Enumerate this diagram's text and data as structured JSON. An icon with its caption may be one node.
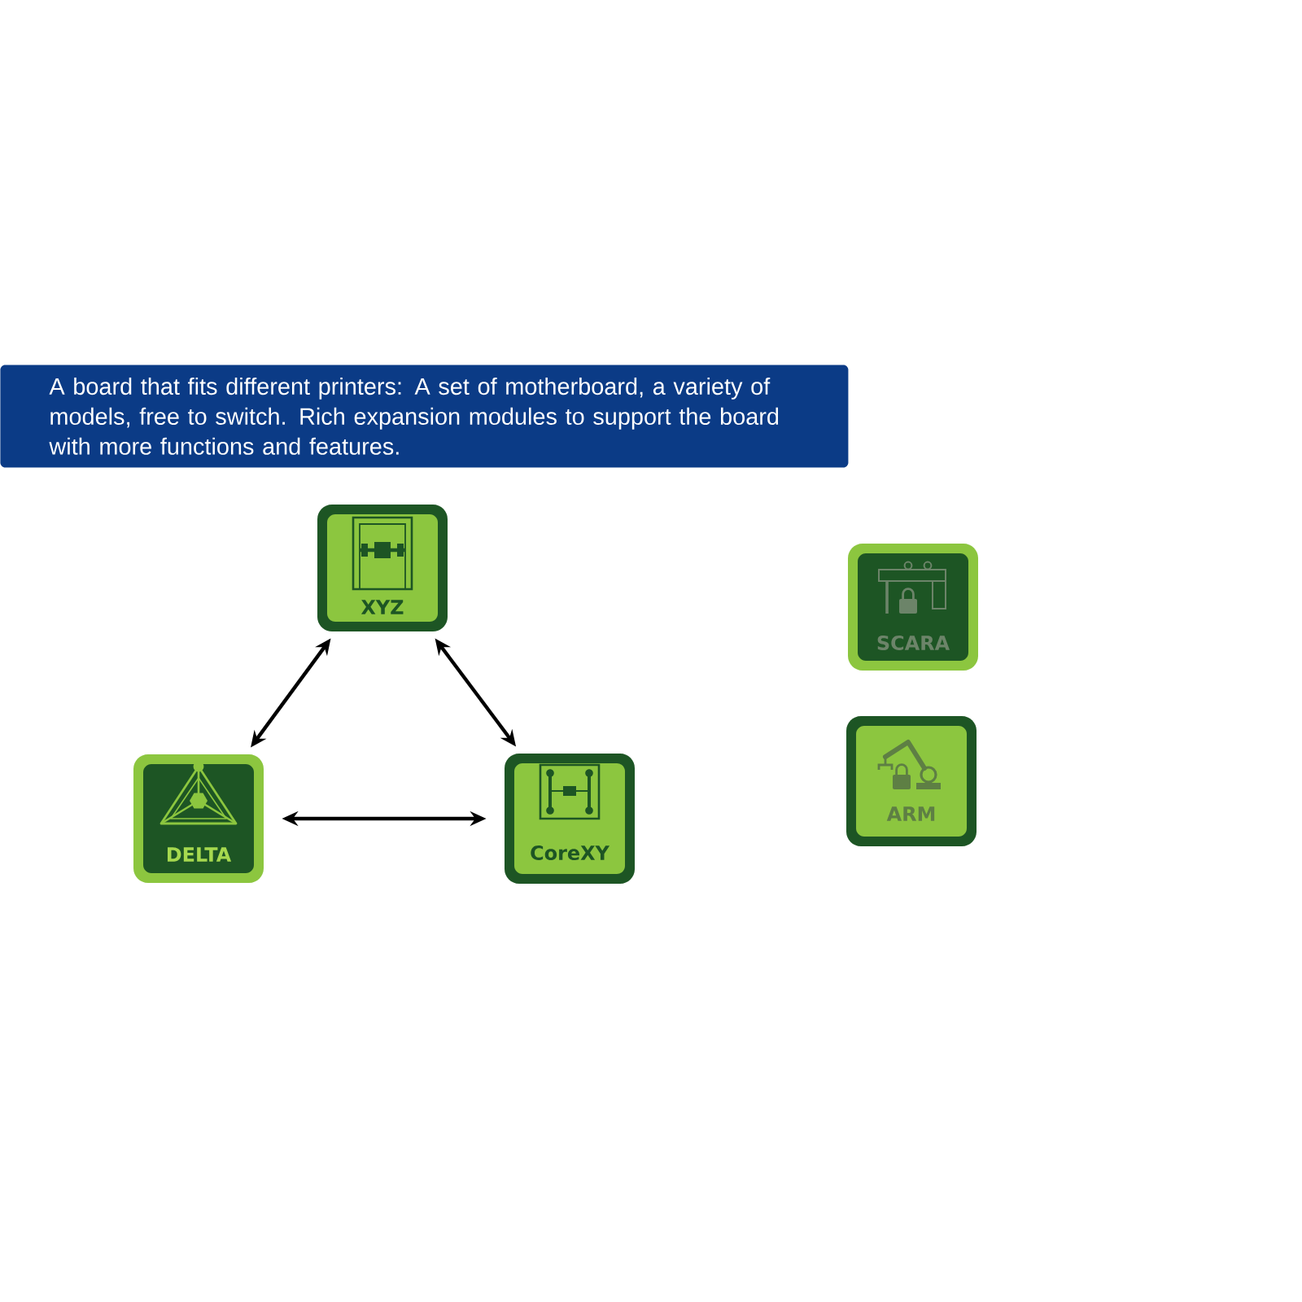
{
  "diagram": {
    "nodes": [
      {
        "text": [
          "A board that fits different printers: A set of motherboard, a variety of models, free to switch. Rich expansion modules to support the board with more functions and features."
        ]
      },
      {
        "text": [
          "XYZ"
        ]
      },
      {
        "text": [
          "DELTA"
        ]
      },
      {
        "text": [
          "CoreXY"
        ]
      },
      {
        "text": [
          "SCARA"
        ]
      },
      {
        "text": [
          "ARM"
        ]
      }
    ],
    "edges": [
      {
        "from": 1,
        "to": 2,
        "arrow": "both"
      },
      {
        "from": 1,
        "to": 3,
        "arrow": "both"
      },
      {
        "from": 2,
        "to": 3,
        "arrow": "both"
      }
    ]
  }
}
